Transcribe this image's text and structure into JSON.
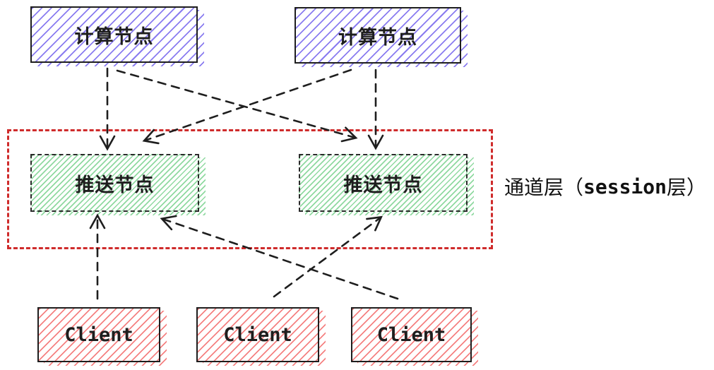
{
  "diagram": {
    "nodes": {
      "compute": [
        {
          "id": "compute-node-1",
          "label": "计算节点"
        },
        {
          "id": "compute-node-2",
          "label": "计算节点"
        }
      ],
      "push": [
        {
          "id": "push-node-1",
          "label": "推送节点"
        },
        {
          "id": "push-node-2",
          "label": "推送节点"
        }
      ],
      "clients": [
        {
          "id": "client-1",
          "label": "Client"
        },
        {
          "id": "client-2",
          "label": "Client"
        },
        {
          "id": "client-3",
          "label": "Client"
        }
      ]
    },
    "channel_layer": {
      "full_label": "通道层（session层）",
      "label_prefix": "通道层（",
      "label_mono": "session",
      "label_suffix": "层）"
    },
    "edges": [
      {
        "from": "compute-node-1",
        "to": "push-node-1"
      },
      {
        "from": "compute-node-1",
        "to": "push-node-2"
      },
      {
        "from": "compute-node-2",
        "to": "push-node-1"
      },
      {
        "from": "compute-node-2",
        "to": "push-node-2"
      },
      {
        "from": "client-1",
        "to": "push-node-1"
      },
      {
        "from": "client-2",
        "to": "push-node-2"
      },
      {
        "from": "client-3",
        "to": "push-node-1"
      }
    ],
    "colors": {
      "compute_hatch": "#8a7cf0",
      "push_hatch": "#8fd9a0",
      "client_hatch": "#f58181",
      "container_border": "#cf2b2b",
      "ink": "#1e1e1e"
    }
  }
}
